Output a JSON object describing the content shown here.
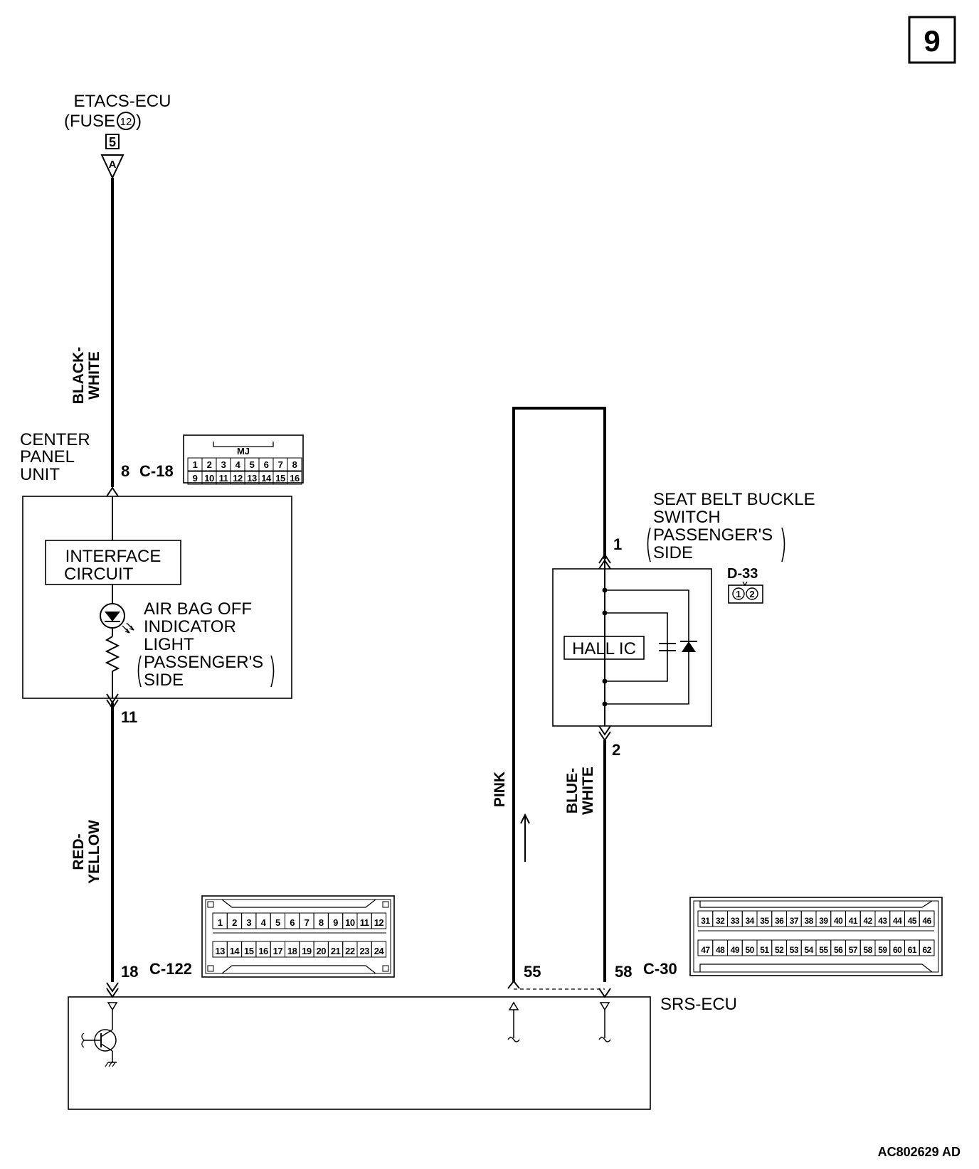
{
  "page_number": "9",
  "drawing_code": "AC802629 AD",
  "etacs": {
    "name": "ETACS-ECU",
    "fuse": "(FUSE",
    "fuse_no": "12",
    "fuse_close": ")",
    "pin": "5",
    "connector_letter": "A"
  },
  "wires": {
    "black_white": [
      "BLACK-",
      "WHITE"
    ],
    "red_yellow": [
      "RED-",
      "YELLOW"
    ],
    "pink": "PINK",
    "blue_white": [
      "BLUE-",
      "WHITE"
    ]
  },
  "center_panel": {
    "name": [
      "CENTER",
      "PANEL",
      "UNIT"
    ],
    "pin_top": "8",
    "connector": "C-18",
    "pin_bottom": "11",
    "interface": [
      "INTERFACE",
      "CIRCUIT"
    ],
    "indicator": [
      "AIR BAG OFF",
      "INDICATOR",
      "LIGHT",
      "PASSENGER'S",
      "SIDE"
    ],
    "connector_tag": "MJ",
    "connector_row1": [
      "1",
      "2",
      "3",
      "4",
      "5",
      "6",
      "7",
      "8"
    ],
    "connector_row2": [
      "9",
      "10",
      "11",
      "12",
      "13",
      "14",
      "15",
      "16"
    ]
  },
  "seat_belt": {
    "name": [
      "SEAT BELT BUCKLE",
      "SWITCH",
      "PASSENGER'S",
      "SIDE"
    ],
    "pin_top": "1",
    "pin_bottom": "2",
    "hall": "HALL IC",
    "connector": "D-33",
    "connector_pins": [
      "1",
      "2"
    ]
  },
  "srs": {
    "name": "SRS-ECU",
    "pin_left": "18",
    "connector_left": "C-122",
    "pin_mid": "55",
    "pin_right": "58",
    "connector_right": "C-30",
    "c122_row1": [
      "1",
      "2",
      "3",
      "4",
      "5",
      "6",
      "7",
      "8",
      "9",
      "10",
      "11",
      "12"
    ],
    "c122_row2": [
      "13",
      "14",
      "15",
      "16",
      "17",
      "18",
      "19",
      "20",
      "21",
      "22",
      "23",
      "24"
    ],
    "c30_row1": [
      "31",
      "32",
      "33",
      "34",
      "35",
      "36",
      "37",
      "38",
      "39",
      "40",
      "41",
      "42",
      "43",
      "44",
      "45",
      "46"
    ],
    "c30_row2": [
      "47",
      "48",
      "49",
      "50",
      "51",
      "52",
      "53",
      "54",
      "55",
      "56",
      "57",
      "58",
      "59",
      "60",
      "61",
      "62"
    ]
  }
}
